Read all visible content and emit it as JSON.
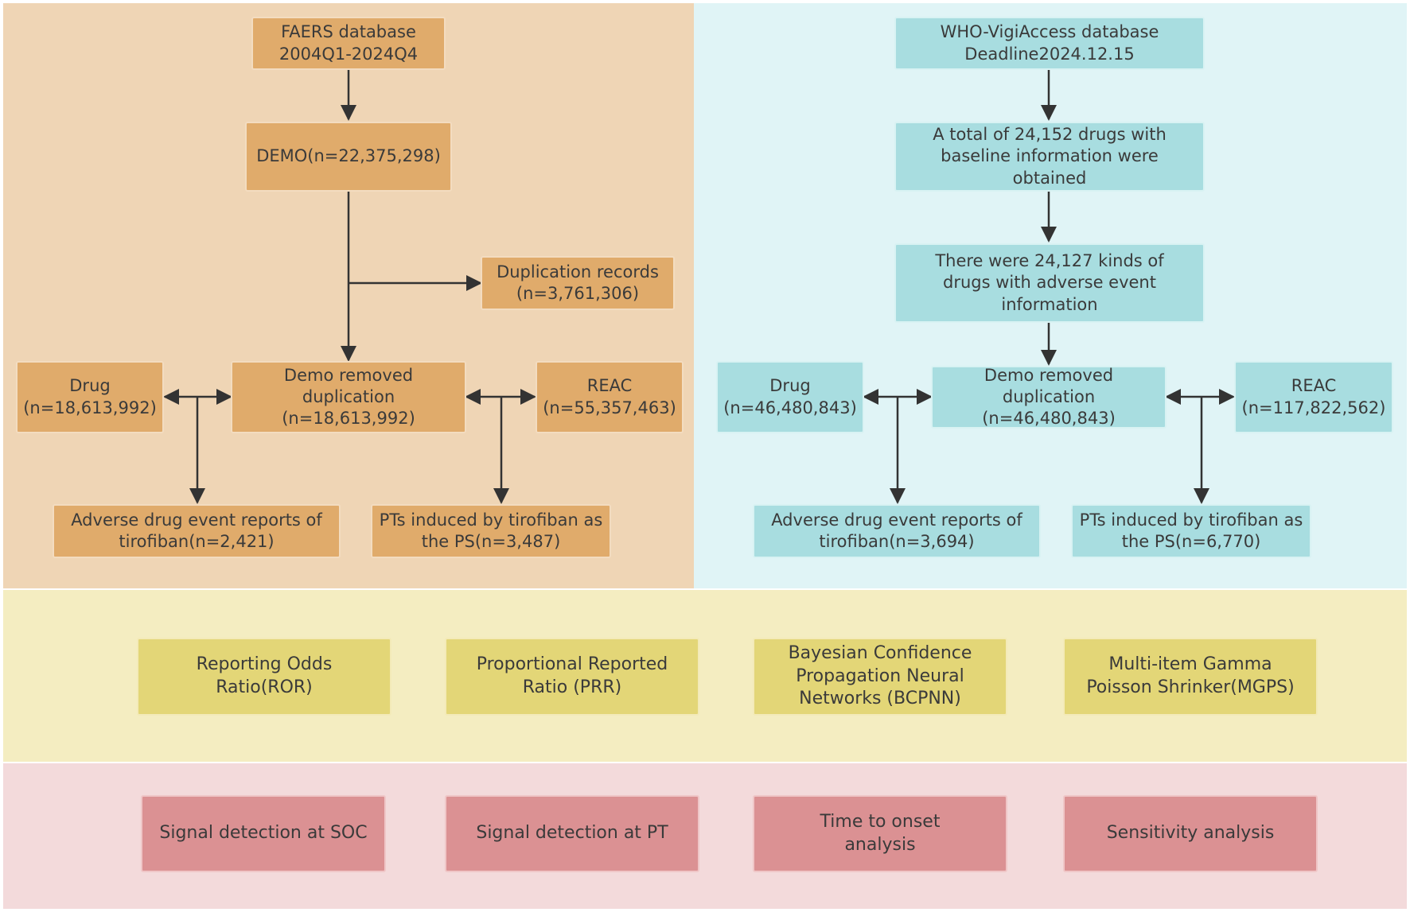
{
  "faers": {
    "source": [
      "FAERS database",
      "2004Q1-2024Q4"
    ],
    "demo": [
      "DEMO(n=22,375,298)"
    ],
    "duplication": [
      "Duplication records",
      "(n=3,761,306)"
    ],
    "drug": [
      "Drug",
      "(n=18,613,992)"
    ],
    "removed": [
      "Demo removed",
      "duplication",
      "(n=18,613,992)"
    ],
    "reac": [
      "REAC",
      "(n=55,357,463)"
    ],
    "ade_reports": [
      "Adverse drug event reports of",
      "tirofiban(n=2,421)"
    ],
    "pts": [
      "PTs induced by tirofiban as",
      "the PS(n=3,487)"
    ]
  },
  "who": {
    "source": [
      "WHO-VigiAccess database",
      "Deadline2024.12.15"
    ],
    "total": [
      "A total of 24,152 drugs with",
      "baseline information were",
      "obtained"
    ],
    "kinds": [
      "There were 24,127 kinds of",
      "drugs with adverse event",
      "information"
    ],
    "drug": [
      "Drug",
      "(n=46,480,843)"
    ],
    "removed": [
      "Demo removed",
      "duplication",
      "(n=46,480,843)"
    ],
    "reac": [
      "REAC",
      "(n=117,822,562)"
    ],
    "ade_reports": [
      "Adverse drug event reports of",
      "tirofiban(n=3,694)"
    ],
    "pts": [
      "PTs induced by tirofiban as",
      "the PS(n=6,770)"
    ]
  },
  "methods": [
    [
      "Reporting Odds",
      "Ratio(ROR)"
    ],
    [
      "Proportional Reported",
      "Ratio (PRR)"
    ],
    [
      "Bayesian Confidence",
      "Propagation Neural",
      "Networks (BCPNN)"
    ],
    [
      "Multi-item Gamma",
      "Poisson Shrinker(MGPS)"
    ]
  ],
  "analyses": [
    [
      "Signal detection at SOC"
    ],
    [
      "Signal detection at PT"
    ],
    [
      "Time to onset",
      "analysis"
    ],
    [
      "Sensitivity analysis"
    ]
  ],
  "colors": {
    "faers_panel": "#efd5b5",
    "who_panel": "#e0f4f6",
    "methods_panel": "#f4edc1",
    "analyses_panel": "#f3dadb",
    "arrow": "#333333"
  }
}
